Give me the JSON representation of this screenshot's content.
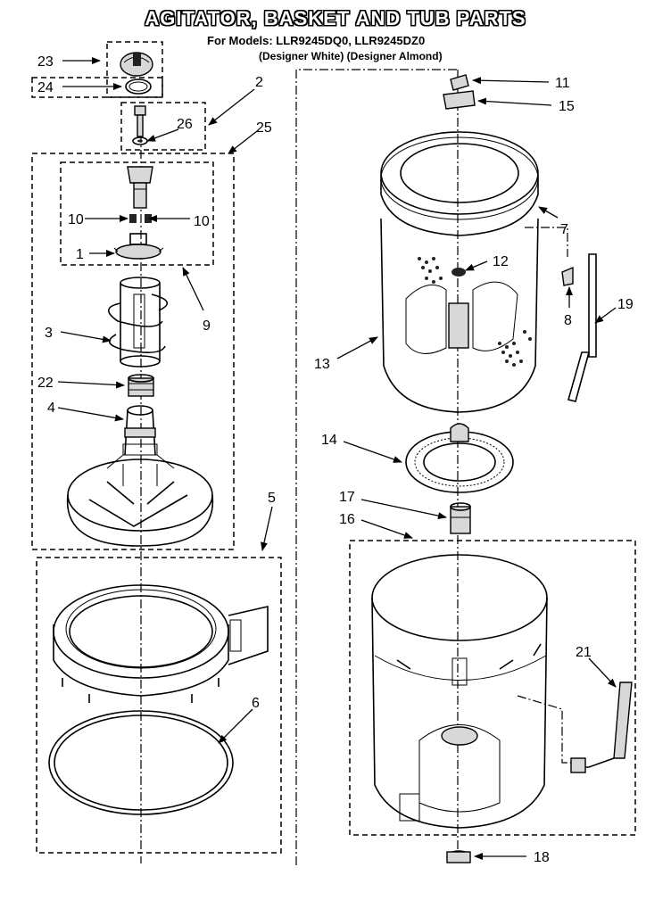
{
  "header": {
    "title": "AGITATOR, BASKET AND TUB PARTS",
    "models": "For Models: LLR9245DQ0, LLR9245DZ0",
    "variants": "(Designer White) (Designer Almond)"
  },
  "callouts": {
    "c23": "23",
    "c24": "24",
    "c2": "2",
    "c26": "26",
    "c25": "25",
    "c10a": "10",
    "c10b": "10",
    "c1": "1",
    "c9": "9",
    "c3": "3",
    "c22": "22",
    "c4": "4",
    "c5": "5",
    "c6": "6",
    "c11": "11",
    "c15": "15",
    "c7": "7",
    "c12": "12",
    "c8": "8",
    "c19": "19",
    "c13": "13",
    "c14": "14",
    "c17": "17",
    "c16": "16",
    "c21": "21",
    "c18": "18"
  }
}
